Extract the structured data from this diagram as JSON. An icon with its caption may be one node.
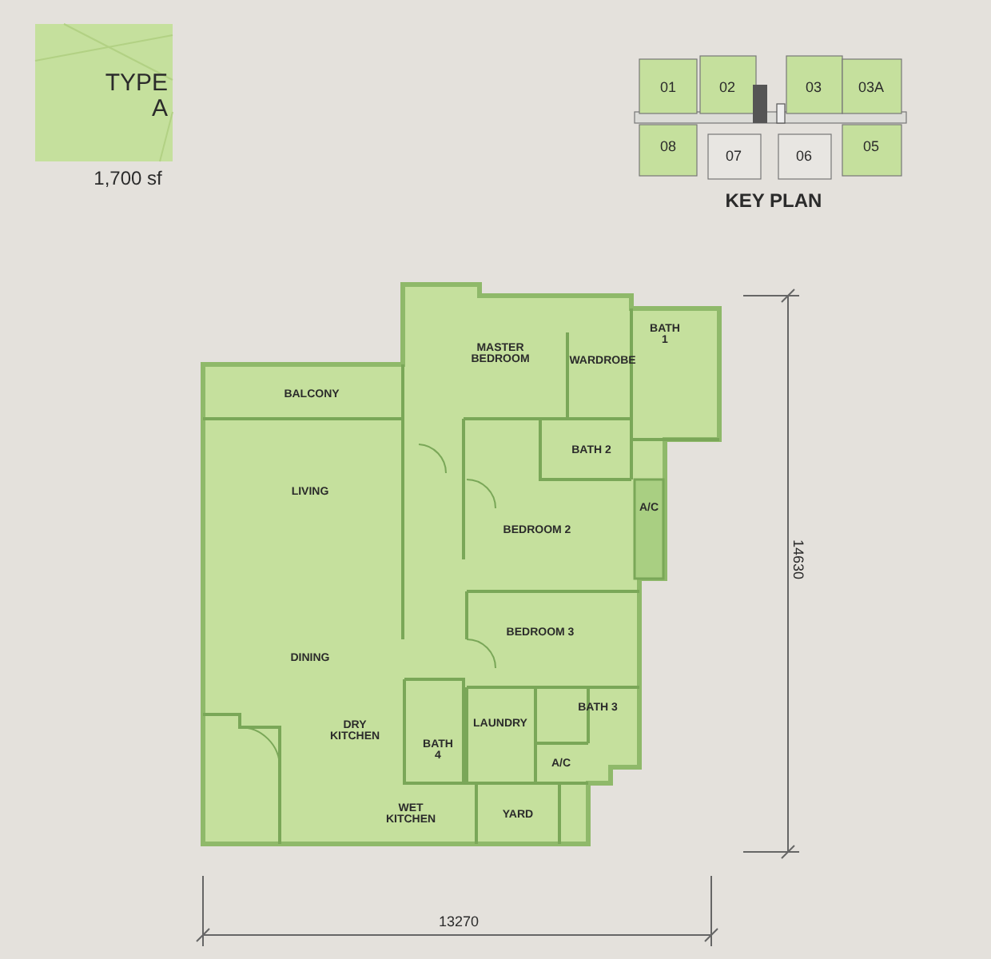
{
  "diagram": {
    "labels": [
      "TYPE A",
      "1,700 sf",
      "01",
      "02",
      "03",
      "03A",
      "08",
      "07",
      "06",
      "05",
      "KEY PLAN",
      "MASTER BEDROOM",
      "WARDROBE",
      "BATH 1",
      "BALCONY",
      "BATH 2",
      "LIVING",
      "BEDROOM 2",
      "A/C",
      "14630",
      "BEDROOM 3",
      "DINING",
      "BATH 3",
      "DRY KITCHEN",
      "LAUNDRY",
      "BATH 4",
      "A/C",
      "WET KITCHEN",
      "YARD",
      "13270"
    ]
  }
}
